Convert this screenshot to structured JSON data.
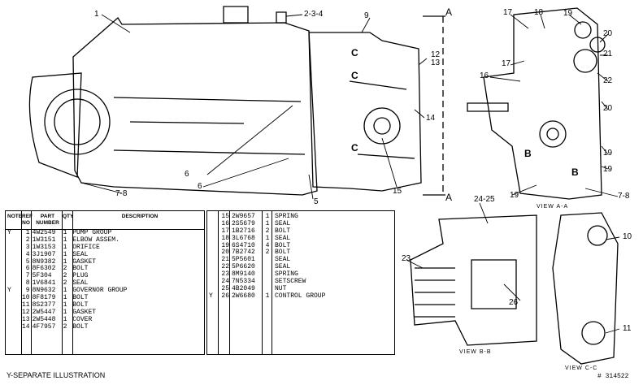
{
  "callouts": {
    "c1": "1",
    "c234": "2-3-4",
    "c9": "9",
    "cA_top": "A",
    "cC_1": "C",
    "cC_2": "C",
    "cC_3": "C",
    "c12": "12",
    "c13": "13",
    "c14": "14",
    "c15": "15",
    "c5": "5",
    "c6a": "6",
    "c6b": "6",
    "c78a": "7-8",
    "cA_bot": "A",
    "c17a": "17",
    "c18": "18",
    "c19a": "19",
    "c20a": "20",
    "c21": "21",
    "c17b": "17",
    "c16": "16",
    "c22": "22",
    "c20b": "20",
    "c19b": "19",
    "c19c": "19",
    "c19d": "19",
    "c78b": "7-8",
    "cB1": "B",
    "cB2": "B",
    "c2425": "24-25",
    "c23": "23",
    "c26": "26",
    "c10": "10",
    "c11": "11"
  },
  "views": {
    "view_aa": "VIEW A-A",
    "view_bb": "VIEW B-B",
    "view_cc": "VIEW C-C"
  },
  "table_headers": {
    "note": "NOTE",
    "ref": "REF NO",
    "part": "PART NUMBER",
    "qty": "QTY",
    "desc": "DESCRIPTION"
  },
  "parts_left": [
    {
      "note": "Y",
      "ref": "1",
      "part": "4W2549",
      "qty": "1",
      "desc": "PUMP GROUP"
    },
    {
      "note": "",
      "ref": "2",
      "part": "1W3151",
      "qty": "1",
      "desc": "ELBOW ASSEM."
    },
    {
      "note": "",
      "ref": "3",
      "part": "1W3153",
      "qty": "1",
      "desc": "  ORIFICE"
    },
    {
      "note": "",
      "ref": "4",
      "part": "3J1907",
      "qty": "1",
      "desc": "SEAL"
    },
    {
      "note": "",
      "ref": "5",
      "part": "8N9382",
      "qty": "1",
      "desc": "GASKET"
    },
    {
      "note": "",
      "ref": "6",
      "part": "8F6302",
      "qty": "2",
      "desc": "BOLT"
    },
    {
      "note": "",
      "ref": "7",
      "part": "5F304",
      "qty": "2",
      "desc": "PLUG"
    },
    {
      "note": "",
      "ref": "8",
      "part": "1V6841",
      "qty": "2",
      "desc": "SEAL"
    },
    {
      "note": "Y",
      "ref": "9",
      "part": "8N9632",
      "qty": "1",
      "desc": "GOVERNOR GROUP"
    },
    {
      "note": "",
      "ref": "10",
      "part": "8F8179",
      "qty": "1",
      "desc": "BOLT"
    },
    {
      "note": "",
      "ref": "11",
      "part": "8S2377",
      "qty": "1",
      "desc": "BOLT"
    },
    {
      "note": "",
      "ref": "12",
      "part": "2W5447",
      "qty": "1",
      "desc": "GASKET"
    },
    {
      "note": "",
      "ref": "13",
      "part": "2W5448",
      "qty": "1",
      "desc": "COVER"
    },
    {
      "note": "",
      "ref": "14",
      "part": "4F7957",
      "qty": "2",
      "desc": "BOLT"
    }
  ],
  "parts_right": [
    {
      "note": "",
      "ref": "15",
      "part": "2W9657",
      "qty": "1",
      "desc": "SPRING"
    },
    {
      "note": "",
      "ref": "16",
      "part": "2S5679",
      "qty": "1",
      "desc": "SEAL"
    },
    {
      "note": "",
      "ref": "17",
      "part": "1B2716",
      "qty": "2",
      "desc": "BOLT"
    },
    {
      "note": "",
      "ref": "18",
      "part": "3L6768",
      "qty": "1",
      "desc": "SEAL"
    },
    {
      "note": "",
      "ref": "19",
      "part": "6S4710",
      "qty": "4",
      "desc": "BOLT"
    },
    {
      "note": "",
      "ref": "20",
      "part": "7B2742",
      "qty": "2",
      "desc": "BOLT"
    },
    {
      "note": "",
      "ref": "21",
      "part": "5P5601",
      "qty": "",
      "desc": "SEAL"
    },
    {
      "note": "",
      "ref": "22",
      "part": "5P6620",
      "qty": "",
      "desc": "SEAL"
    },
    {
      "note": "",
      "ref": "23",
      "part": "8M9140",
      "qty": "",
      "desc": "SPRING"
    },
    {
      "note": "",
      "ref": "24",
      "part": "7N5334",
      "qty": "",
      "desc": "SETSCREW"
    },
    {
      "note": "",
      "ref": "25",
      "part": "4B2049",
      "qty": "",
      "desc": "NUT"
    },
    {
      "note": "Y",
      "ref": "26",
      "part": "2W6680",
      "qty": "1",
      "desc": "CONTROL GROUP"
    }
  ],
  "footnote": "Y-SEPARATE ILLUSTRATION",
  "illustration_no": "# 314522"
}
